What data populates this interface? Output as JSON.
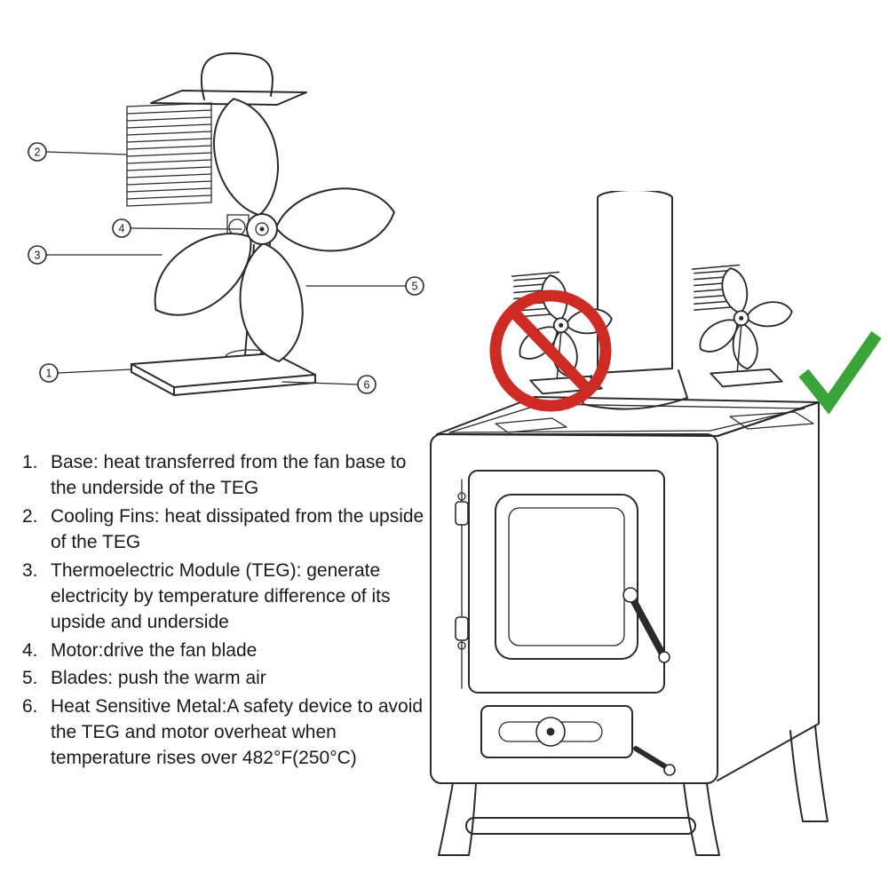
{
  "colors": {
    "line": "#2a2a2a",
    "prohibition_red": "#cd2b24",
    "check_green": "#3aa43a"
  },
  "fan": {
    "callouts": [
      {
        "label": "1"
      },
      {
        "label": "2"
      },
      {
        "label": "3"
      },
      {
        "label": "4"
      },
      {
        "label": "5"
      },
      {
        "label": "6"
      }
    ]
  },
  "legend": {
    "items": [
      {
        "num": "1.",
        "text": "Base: heat transferred from the fan base to the underside of the TEG"
      },
      {
        "num": "2.",
        "text": "Cooling Fins: heat dissipated from the upside of the TEG"
      },
      {
        "num": "3.",
        "text": "Thermoelectric Module (TEG): generate electricity by temperature difference of its upside and underside"
      },
      {
        "num": "4.",
        "text": "Motor:drive the fan blade"
      },
      {
        "num": "5.",
        "text": "Blades: push the warm air"
      },
      {
        "num": "6.",
        "text": "Heat Sensitive Metal:A safety device to avoid the TEG and motor overheat when temperature rises over 482°F(250°C)"
      }
    ]
  }
}
